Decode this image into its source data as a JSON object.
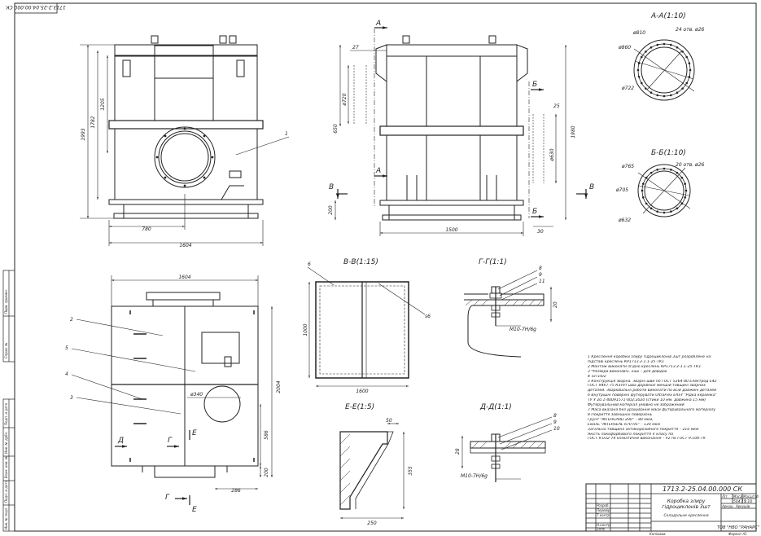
{
  "stamp": {
    "code_rotated": "1713.2-25.04.00.000 СК"
  },
  "views": {
    "aa": {
      "title": "А-А(1:10)",
      "d810": "ø810",
      "d860": "ø860",
      "d722": "ø722",
      "holes": "24 отв. ø26"
    },
    "bb": {
      "title": "Б-Б(1:10)",
      "d765": "ø765",
      "d705": "ø705",
      "d632": "ø632",
      "holes": "20 отв. ø26"
    },
    "vv": {
      "title": "В-В(1:15)",
      "h1000": "1000",
      "w1600": "1600",
      "marker": "6",
      "t6": "s6"
    },
    "gg": {
      "title": "Г-Г(1:1)",
      "m8": "8",
      "m9": "9",
      "m11": "11",
      "bolt": "М10-7Н/6g",
      "d20": "20"
    },
    "ee": {
      "title": "Е-Е(1:5)",
      "d50": "50",
      "d355": "355",
      "d250": "250"
    },
    "dd": {
      "title": "Д-Д(1:1)",
      "m8": "8",
      "m9": "9",
      "m10": "10",
      "bolt": "М10-7Н/6g",
      "d28": "28"
    }
  },
  "dims": {
    "front": {
      "h1993": "1993",
      "h1782": "1782",
      "h1205": "1205",
      "w780": "780",
      "w1604": "1604",
      "callout": "1"
    },
    "side": {
      "d27": "27",
      "h650": "650",
      "d720": "ø720",
      "h1980": "1980",
      "d630": "ø630",
      "d25": "25",
      "d200": "200",
      "w1500": "1500",
      "d30": "30",
      "sec_a": "А",
      "sec_b": "Б",
      "sec_v": "В"
    },
    "plan": {
      "w1604": "1604",
      "h2004": "2004",
      "d340": "ø340",
      "d586": "586",
      "d200": "200",
      "d286": "286",
      "c2": "2",
      "c5": "5",
      "c4": "4",
      "c3": "3",
      "sec_g": "Г",
      "sec_d": "Д",
      "sec_e": "Е"
    }
  },
  "notes": [
    "1 Креслення коробки злиру гідроциклонів 3шт розроблене на",
    "підставі креслень КР1713.2-1.1-25-ТК1",
    "2 Монтаж виконати згідно креслень КР1713.2-1.1-25-ТК1",
    "3 *Розміри виконавчі, інші – для довідок",
    "4 ±ІТ16/2",
    "5 Конструкція зварна. Зварні шви по ГОСТ 5264-80 Електрод Е42",
    "ГОСТ 9467-75 Катет шва дорівнює меншій товщині зварних",
    "деталей. Зварювальні роботи виконати по всій довжині деталей",
    "6 Внутрішні поверхні футерувати UltraFlex EASY \"Рідка кераміка\"",
    "ТУ У 20.1-40091571-002:2020 (стики 10 мм. довжина 15 мм)",
    "Футерувальний матеріал умовно не зображений",
    "7 Маса вказана без урахування маси футерувального матеріалу",
    "8 Покриття зовнішніх поверхонь",
    "Грунт \"INTERGARD 200\" – 80 мкм,",
    "Емаль \"INTERSEAL 670 HS\" – 130 мкм",
    "Загальна товщина антикорозійного покриття – 210 мкм",
    "Якість лакофарбового покриття V класу по",
    "ГОСТ 9.032-74 кліматичне виконання – У2 по ГОСТ 9.104-79"
  ],
  "title_block": {
    "code": "1713.2-25.04.00.000 СК",
    "name1": "Коробка злиру",
    "name2": "гідроциклонів 3шт",
    "sheet_type": "Складальне креслення",
    "mass": "504.15",
    "scale": "1:10",
    "hdr_lit": "Літ.",
    "hdr_mass": "Маса",
    "hdr_scale": "Масштаб",
    "sheet": "Аркуш",
    "sheets": "Аркушів",
    "company": "ТОВ \"НВО \"РАНАРС\"",
    "r1": "Розроб.",
    "r2": "Перевір.",
    "r3": "Т.контр.",
    "r4": "Н.контр.",
    "r5": "Затв.",
    "bottom_left": "Копіював",
    "bottom_right": "Формат А1"
  },
  "margin": {
    "t1": "Перв. примен.",
    "t2": "Справ. №",
    "t3": "Подп. и дата",
    "t4": "Инв. № дубл.",
    "t5": "Взам. инв. №",
    "t6": "Подп. и дата",
    "t7": "Инв. № подл."
  }
}
